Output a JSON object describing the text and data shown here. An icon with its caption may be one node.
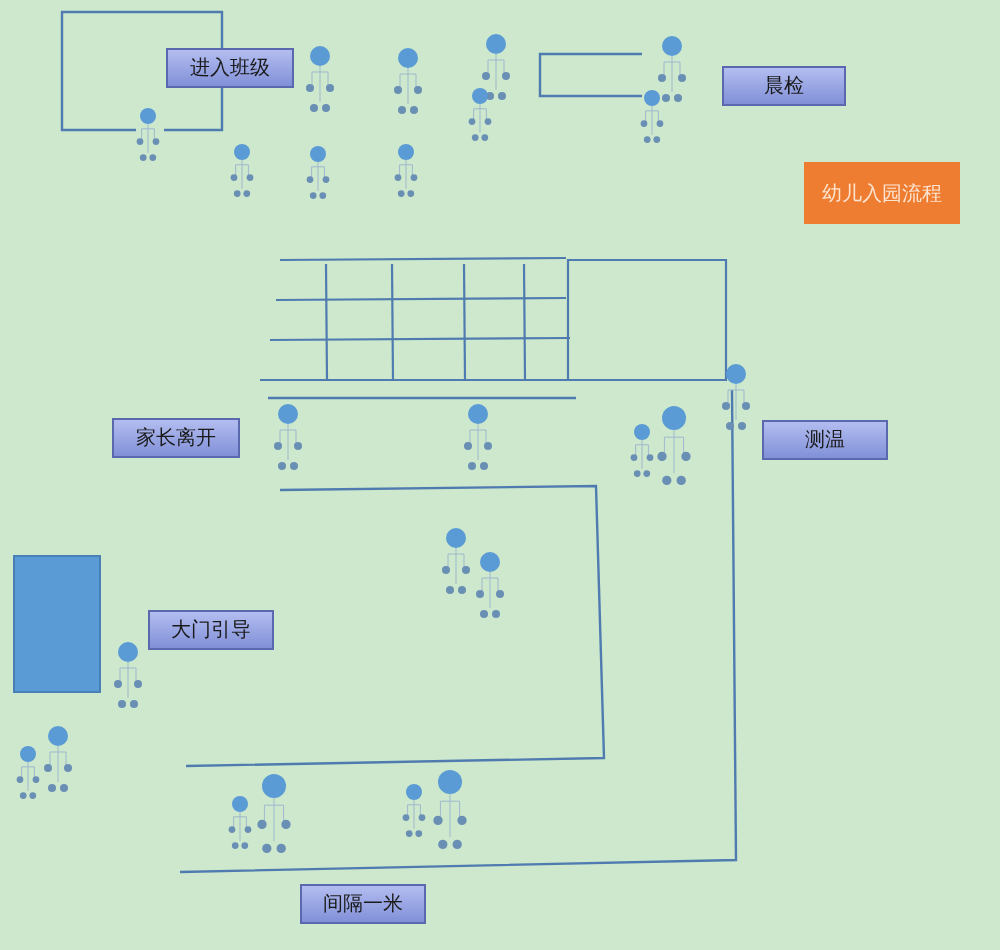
{
  "diagram": {
    "nodes": [
      {
        "text": [
          "进入班级"
        ]
      },
      {
        "text": [
          "晨检"
        ]
      },
      {
        "text": [
          "幼儿入园流程"
        ]
      },
      {
        "text": [
          "家长离开"
        ]
      },
      {
        "text": [
          "测温"
        ]
      },
      {
        "text": [
          "大门引导"
        ]
      },
      {
        "text": [
          "间隔一米"
        ]
      }
    ]
  }
}
